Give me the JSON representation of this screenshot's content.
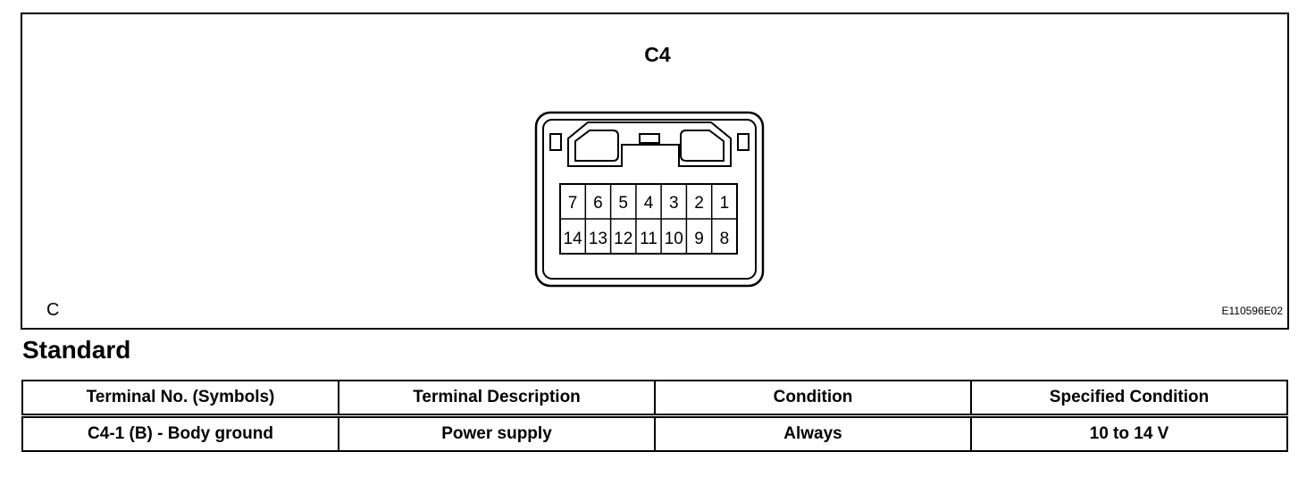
{
  "figure": {
    "connector_label": "C4",
    "view_label": "C",
    "figure_code": "E110596E02",
    "pins_top": [
      "7",
      "6",
      "5",
      "4",
      "3",
      "2",
      "1"
    ],
    "pins_bottom": [
      "14",
      "13",
      "12",
      "11",
      "10",
      "9",
      "8"
    ]
  },
  "section": {
    "heading": "Standard"
  },
  "table": {
    "headers": [
      "Terminal No. (Symbols)",
      "Terminal Description",
      "Condition",
      "Specified Condition"
    ],
    "rows": [
      [
        "C4-1 (B) - Body ground",
        "Power supply",
        "Always",
        "10 to 14 V"
      ]
    ]
  }
}
